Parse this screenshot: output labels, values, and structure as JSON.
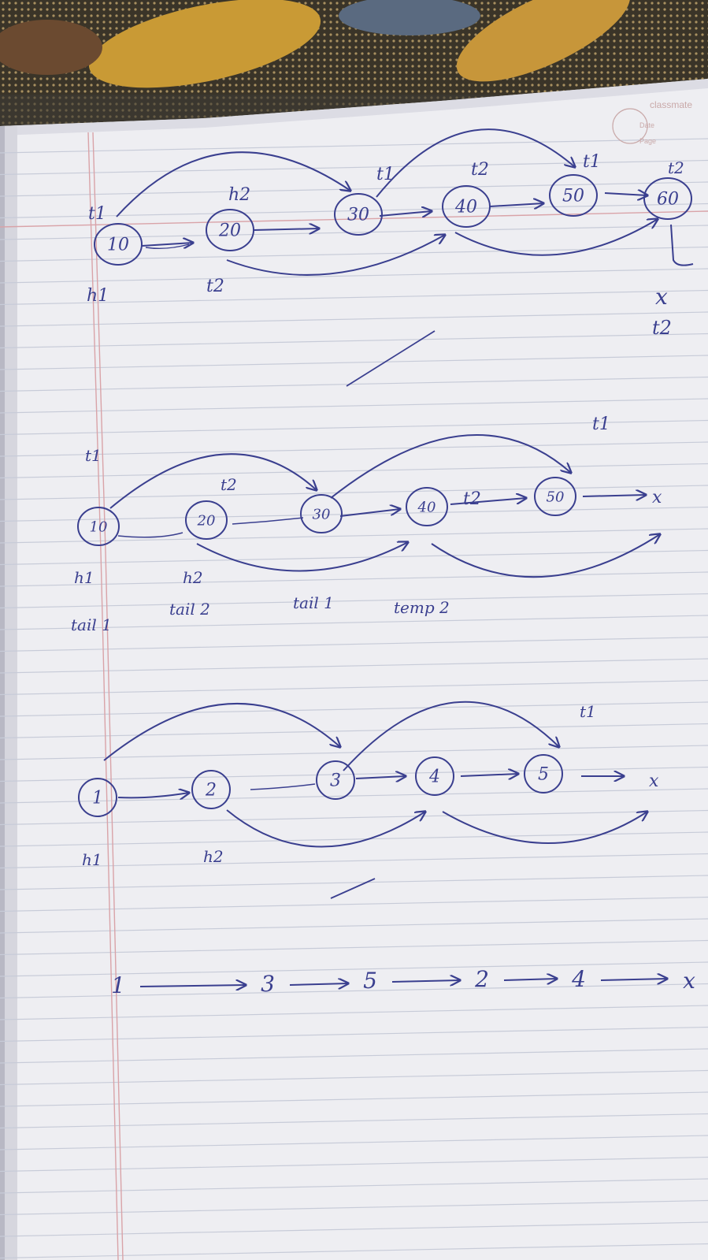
{
  "header": {
    "brand": "classmate",
    "date_label": "Date",
    "page_label": "Page"
  },
  "diagram1": {
    "nodes": [
      "10",
      "20",
      "30",
      "40",
      "50",
      "60"
    ],
    "labels": {
      "h1": "h1",
      "h2": "h2",
      "t1": "t1",
      "t2": "t2",
      "x": "x",
      "t2_right": "t2"
    }
  },
  "diagram2": {
    "nodes": [
      "10",
      "20",
      "30",
      "40",
      "50"
    ],
    "null_mark": "x",
    "labels": {
      "h1": "h1",
      "h2": "h2",
      "t1": "t1",
      "t2": "t2"
    },
    "captions": [
      "tail 1",
      "tail 2",
      "tail 1",
      "temp 2"
    ]
  },
  "diagram3": {
    "nodes": [
      "1",
      "2",
      "3",
      "4",
      "5"
    ],
    "null_mark": "x",
    "labels": {
      "h1": "h1",
      "h2": "h2",
      "t1": "t1"
    }
  },
  "result_sequence": [
    "1",
    "3",
    "5",
    "2",
    "4",
    "x"
  ],
  "colors": {
    "ink": "#3a3f8f",
    "paper": "#eeeef2",
    "margin_line": "#d9a3a8",
    "rule_line": "#c7cbd8"
  }
}
